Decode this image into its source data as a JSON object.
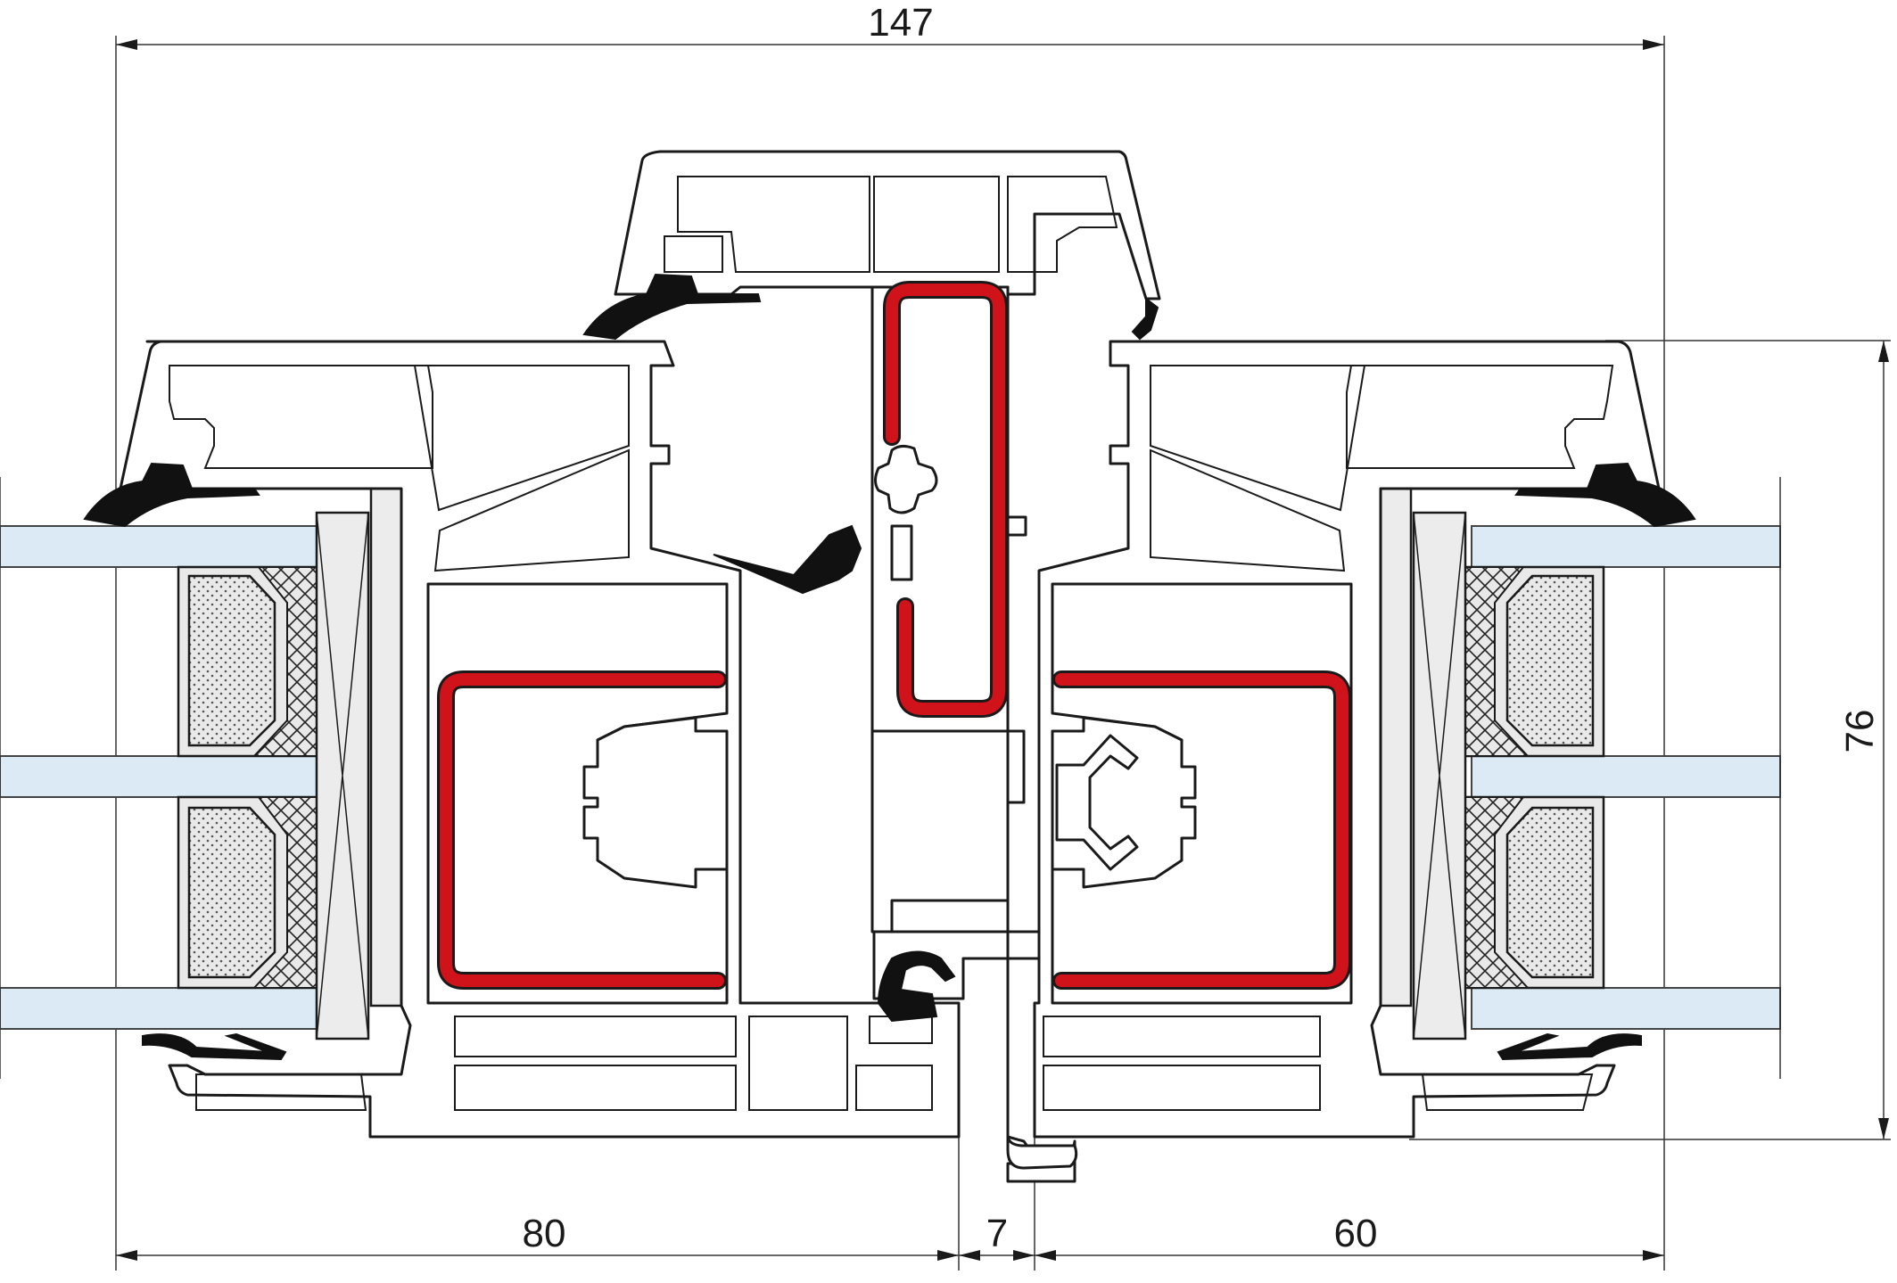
{
  "diagram": {
    "dimensions": {
      "overall_width": "147",
      "left_width": "80",
      "gap_width": "7",
      "right_width": "60",
      "height": "76"
    },
    "colors": {
      "background": "#ffffff",
      "line": "#1a1a1a",
      "glass": "#dbeaf5",
      "reinforcement": "#d0121b",
      "spacer": "#e9e9e9",
      "seal": "#111111"
    }
  }
}
